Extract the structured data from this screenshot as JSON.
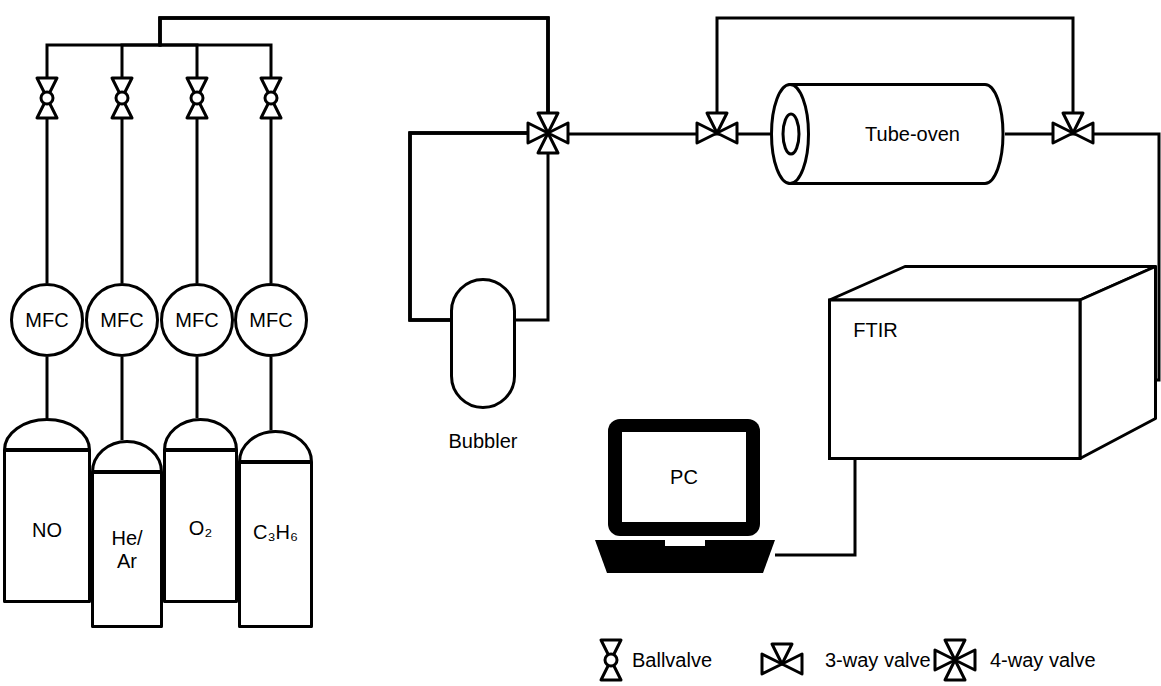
{
  "diagram": {
    "nodes": [
      {
        "text": [
          "NO"
        ]
      },
      {
        "text": [
          "He/ Ar"
        ]
      },
      {
        "text": [
          "O₂"
        ]
      },
      {
        "text": [
          "C₃H₆"
        ]
      },
      {
        "text": [
          "MFC"
        ]
      },
      {
        "text": [
          "MFC"
        ]
      },
      {
        "text": [
          "MFC"
        ]
      },
      {
        "text": [
          "MFC"
        ]
      },
      {
        "text": [
          "Bubbler"
        ]
      },
      {
        "text": [
          "Tube-oven"
        ]
      },
      {
        "text": [
          "FTIR"
        ]
      },
      {
        "text": [
          "PC"
        ]
      }
    ],
    "edges": [
      {
        "from": 0,
        "to": 4,
        "arrow": "none"
      },
      {
        "from": 1,
        "to": 5,
        "arrow": "none"
      },
      {
        "from": 2,
        "to": 6,
        "arrow": "none"
      },
      {
        "from": 3,
        "to": 7,
        "arrow": "none"
      },
      {
        "from": 4,
        "to": 8,
        "arrow": "none"
      },
      {
        "from": 5,
        "to": 8,
        "arrow": "none"
      },
      {
        "from": 6,
        "to": 8,
        "arrow": "none"
      },
      {
        "from": 7,
        "to": 8,
        "arrow": "none"
      },
      {
        "from": 8,
        "to": 9,
        "arrow": "none"
      },
      {
        "from": 9,
        "to": 10,
        "arrow": "none"
      },
      {
        "from": 10,
        "to": 11,
        "arrow": "none"
      }
    ],
    "legend": [
      {
        "text": "Ballvalve"
      },
      {
        "text": "3-way valve"
      },
      {
        "text": "4-way valve"
      }
    ]
  }
}
